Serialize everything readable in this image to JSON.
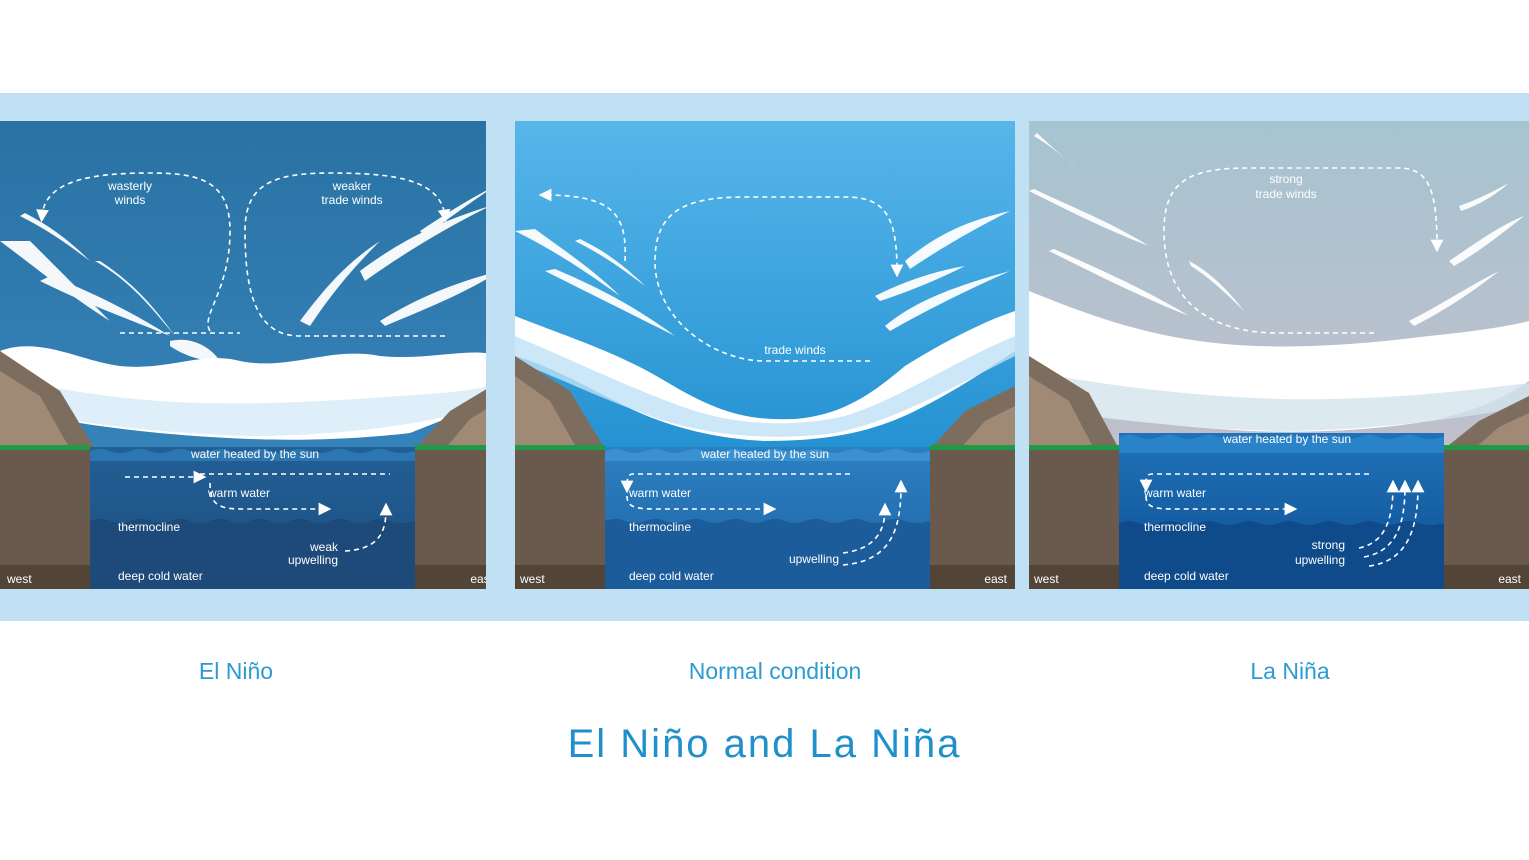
{
  "title": "El Niño and La Niña",
  "panels": {
    "elnino": {
      "caption": "El Niño",
      "westerly_winds": [
        "wasterly",
        "winds"
      ],
      "trade_winds": [
        "weaker",
        "trade winds"
      ],
      "water_heated": "water heated by the sun",
      "warm_water": "warm water",
      "thermocline": "thermocline",
      "upwelling": [
        "weak",
        "upwelling"
      ],
      "deep_cold_water": "deep cold water",
      "west": "west",
      "east": "east",
      "colors": {
        "sky_top": "#2a72a4",
        "sky_bottom": "#3583b8",
        "ocean_top": "#225f95",
        "ocean_bottom": "#1d4f80"
      }
    },
    "normal": {
      "caption": "Normal condition",
      "trade_winds": "trade winds",
      "water_heated": "water heated by the sun",
      "warm_water": "warm water",
      "thermocline": "thermocline",
      "upwelling": "upwelling",
      "deep_cold_water": "deep cold water",
      "west": "west",
      "east": "east",
      "colors": {
        "sky_top": "#57b6ea",
        "sky_bottom": "#2592d2",
        "ocean_top": "#2b80c2",
        "ocean_bottom": "#1f63a4"
      }
    },
    "lanina": {
      "caption": "La Niña",
      "trade_winds": [
        "strong",
        "trade winds"
      ],
      "water_heated": "water heated by the sun",
      "warm_water": "warm water",
      "thermocline": "thermocline",
      "upwelling": [
        "strong",
        "upwelling"
      ],
      "deep_cold_water": "deep cold water",
      "west": "west",
      "east": "east",
      "colors": {
        "sky_top": "#a6c4d0",
        "sky_bottom": "#c1bfcc",
        "ocean_top": "#1f72b8",
        "ocean_bottom": "#0f4f94"
      }
    }
  }
}
